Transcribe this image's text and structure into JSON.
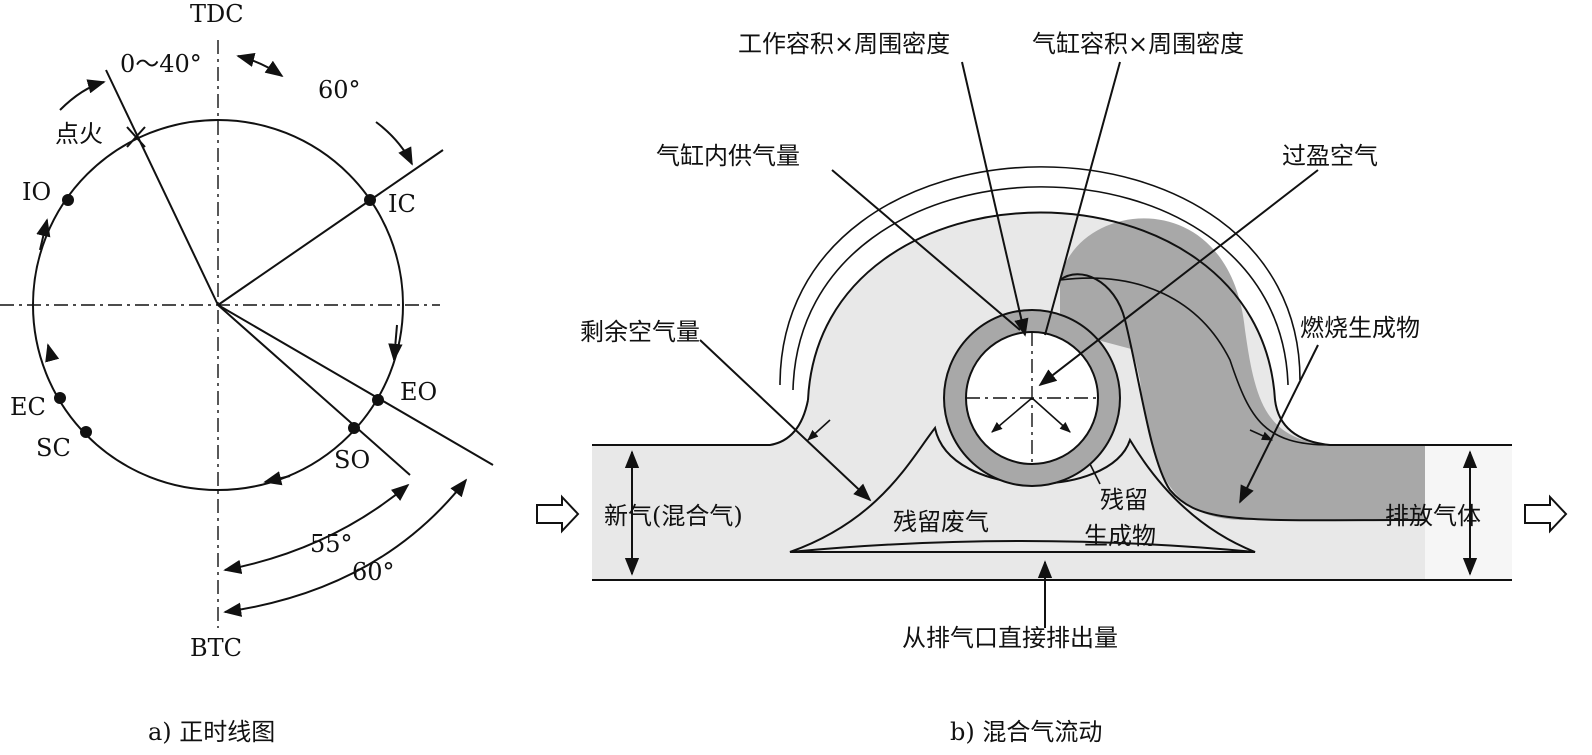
{
  "timing": {
    "tdc": "TDC",
    "btc": "BTC",
    "angle_0_40": "0～40°",
    "angle_60_top": "60°",
    "ignition": "点火",
    "io": "IO",
    "ic": "IC",
    "eo": "EO",
    "ec": "EC",
    "sc": "SC",
    "so": "SO",
    "angle_55": "55°",
    "angle_60_bottom": "60°",
    "caption": "a) 正时线图"
  },
  "flow": {
    "work_volume": "工作容积×周围密度",
    "cylinder_volume": "气缸容积×周围密度",
    "supply": "气缸内供气量",
    "excess_air": "过盈空气",
    "residual_air": "剩余空气量",
    "combustion_products": "燃烧生成物",
    "fresh_gas": "新气(混合气)",
    "residual_exhaust": "残留废气",
    "residual_products_1": "残留",
    "residual_products_2": "生成物",
    "exhaust_gas": "排放气体",
    "direct_exhaust": "从排气口直接排出量",
    "caption": "b) 混合气流动"
  },
  "colors": {
    "light_fill": "#e8e8e8",
    "mid_fill": "#a8a8a8",
    "dark_fill": "#8c8c8c",
    "line": "#111111"
  }
}
